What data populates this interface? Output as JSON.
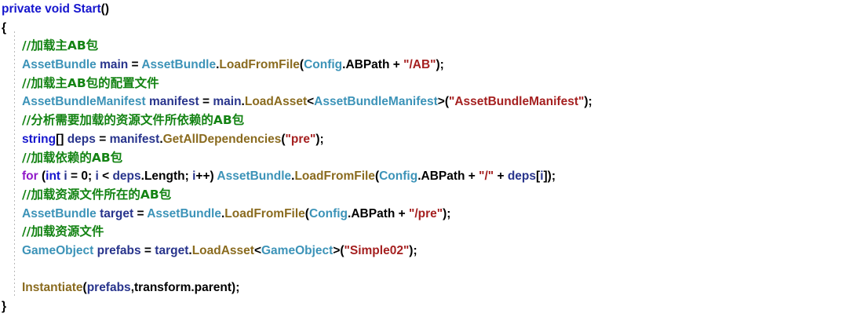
{
  "editor": {
    "language": "csharp",
    "background_color": "#ffffff",
    "indent_guide_color": "#b9b9b9"
  },
  "theme": {
    "keyword": "#1616CE",
    "control_keyword": "#9018C8",
    "type": "#3C93B8",
    "variable": "#28348C",
    "method": "#8A6B1F",
    "string": "#A52020",
    "comment": "#138313",
    "punctuation": "#000000"
  },
  "code": {
    "line1": {
      "kw_private": "private",
      "sp1": " ",
      "kw_void": "void",
      "sp2": " ",
      "kw_start": "Start",
      "parens": "()"
    },
    "line2": {
      "brace_open": "{"
    },
    "line3": {
      "comment": "//加载主AB包"
    },
    "line4": {
      "type": "AssetBundle",
      "sp1": " ",
      "var": "main",
      "eq": " = ",
      "type2": "AssetBundle",
      "dot": ".",
      "method": "LoadFromFile",
      "open": "(",
      "type3": "Config",
      "dot2": ".",
      "prop": "ABPath",
      "plus": " + ",
      "string": "\"/AB\"",
      "close": ");"
    },
    "line5": {
      "comment": "//加载主AB包的配置文件"
    },
    "line6": {
      "type": "AssetBundleManifest",
      "sp1": " ",
      "var": "manifest",
      "eq": " = ",
      "var2": "main",
      "dot": ".",
      "method": "LoadAsset",
      "lt": "<",
      "type2": "AssetBundleManifest",
      "gt": ">(",
      "string": "\"AssetBundleManifest\"",
      "close": ");"
    },
    "line7": {
      "comment": "//分析需要加载的资源文件所依赖的AB包"
    },
    "line8": {
      "kw": "string",
      "brackets": "[] ",
      "var": "deps",
      "eq": " = ",
      "var2": "manifest",
      "dot": ".",
      "method": "GetAllDependencies",
      "open": "(",
      "string": "\"pre\"",
      "close": ");"
    },
    "line9": {
      "comment": "//加载依赖的AB包"
    },
    "line10": {
      "ctl": "for",
      "open": " (",
      "kw_int": "int",
      "var_i": " i",
      "eq": " = ",
      "num": "0",
      "semi": "; ",
      "var_i2": "i",
      "lt": " < ",
      "var_deps": "deps",
      "dot": ".",
      "prop": "Length",
      "semi2": "; ",
      "var_i3": "i",
      "inc": "++) ",
      "type": "AssetBundle",
      "dot2": ".",
      "method": "LoadFromFile",
      "open2": "(",
      "type2": "Config",
      "dot3": ".",
      "prop2": "ABPath",
      "plus": " + ",
      "string": "\"/\"",
      "plus2": " + ",
      "var_deps2": "deps",
      "index": "[",
      "var_i4": "i",
      "close": "]);"
    },
    "line11": {
      "comment": "//加载资源文件所在的AB包"
    },
    "line12": {
      "type": "AssetBundle",
      "sp1": " ",
      "var": "target",
      "eq": " = ",
      "type2": "AssetBundle",
      "dot": ".",
      "method": "LoadFromFile",
      "open": "(",
      "type3": "Config",
      "dot2": ".",
      "prop": "ABPath",
      "plus": " + ",
      "string": "\"/pre\"",
      "close": ");"
    },
    "line13": {
      "comment": "//加载资源文件"
    },
    "line14": {
      "type": "GameObject",
      "sp1": " ",
      "var": "prefabs",
      "eq": " = ",
      "var2": "target",
      "dot": ".",
      "method": "LoadAsset",
      "lt": "<",
      "type2": "GameObject",
      "gt": ">(",
      "string": "\"Simple02\"",
      "close": ");"
    },
    "line15": {
      "blank": ""
    },
    "line16": {
      "method": "Instantiate",
      "open": "(",
      "var": "prefabs",
      "comma": ",",
      "plain": "transform.parent",
      "close": ");"
    },
    "line17": {
      "brace_close": "}"
    }
  }
}
